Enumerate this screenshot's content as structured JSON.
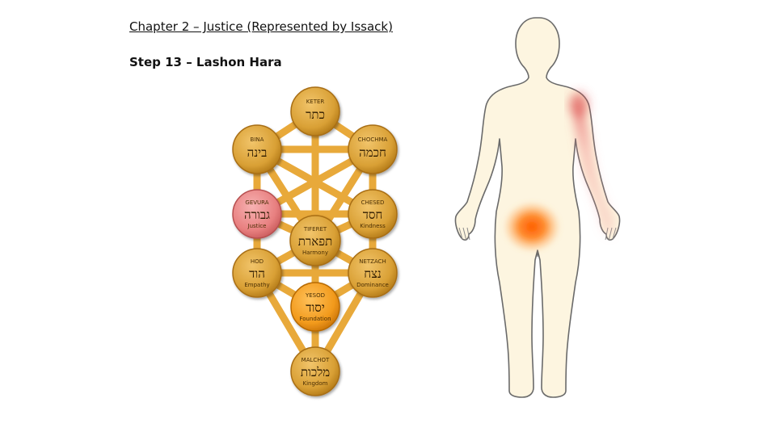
{
  "header": {
    "title": "Chapter 2 – Justice (Represented by Issack)",
    "subtitle": "Step 13 – Lashon Hara"
  },
  "tree": {
    "nodes": [
      {
        "id": "keter",
        "name": "KETER",
        "hebrew": "כתר",
        "meaning": "",
        "highlight": "none"
      },
      {
        "id": "bina",
        "name": "BINA",
        "hebrew": "בינה",
        "meaning": "",
        "highlight": "none"
      },
      {
        "id": "chochma",
        "name": "CHOCHMA",
        "hebrew": "חכמה",
        "meaning": "",
        "highlight": "none"
      },
      {
        "id": "gevura",
        "name": "GEVURA",
        "hebrew": "גבורה",
        "meaning": "Justice",
        "highlight": "red"
      },
      {
        "id": "chesed",
        "name": "CHESED",
        "hebrew": "חסד",
        "meaning": "Kindness",
        "highlight": "none"
      },
      {
        "id": "tiferet",
        "name": "TIFERET",
        "hebrew": "תפארת",
        "meaning": "Harmony",
        "highlight": "none"
      },
      {
        "id": "hod",
        "name": "HOD",
        "hebrew": "הוד",
        "meaning": "Empathy",
        "highlight": "none"
      },
      {
        "id": "netzach",
        "name": "NETZACH",
        "hebrew": "נצח",
        "meaning": "Dominance",
        "highlight": "none"
      },
      {
        "id": "yesod",
        "name": "YESOD",
        "hebrew": "יסוד",
        "meaning": "Foundation",
        "highlight": "orange"
      },
      {
        "id": "malchut",
        "name": "MALCHOT",
        "hebrew": "מלכות",
        "meaning": "Kingdom",
        "highlight": "none"
      }
    ]
  },
  "colors": {
    "node_gold": "#d9a035",
    "node_gold_dark": "#a86e12",
    "path_gold": "#e8a93a",
    "gevura_red": "#e88080",
    "yesod_orange": "#f29a1c",
    "body_fill": "#fdf5e0",
    "pain_glow": "#ff6a00"
  }
}
